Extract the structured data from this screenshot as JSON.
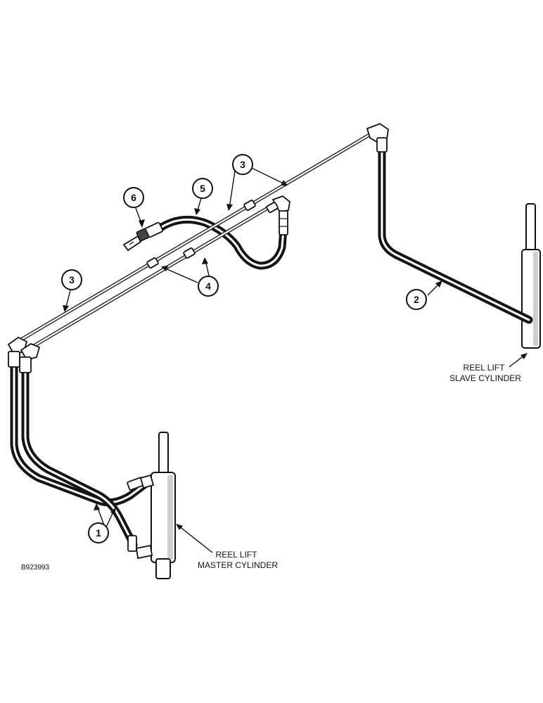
{
  "callouts": {
    "c1": "1",
    "c2": "2",
    "c3a": "3",
    "c3b": "3",
    "c4": "4",
    "c5": "5",
    "c6": "6"
  },
  "labels": {
    "slave_line1": "REEL LIFT",
    "slave_line2": "SLAVE CYLINDER",
    "master_line1": "REEL LIFT",
    "master_line2": "MASTER CYLINDER"
  },
  "figure_code": "B923993"
}
